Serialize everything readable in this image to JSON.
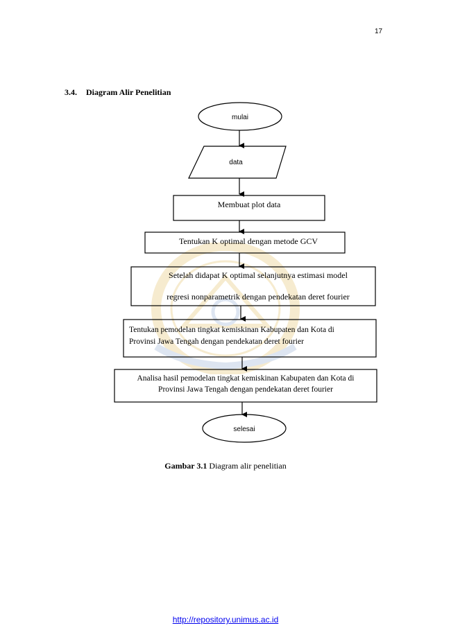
{
  "page": {
    "number": "17",
    "section_number": "3.4.",
    "section_title": "Diagram Alir Penelitian",
    "caption_label": "Gambar 3.1",
    "caption_text": "Diagram alir penelitian",
    "footer_link": "http://repository.unimus.ac.id"
  },
  "flowchart": {
    "start": "mulai",
    "input": "data",
    "step1": "Membuat plot data",
    "step2": "Tentukan K optimal dengan metode GCV",
    "step3_line1": "Setelah didapat K optimal selanjutnya estimasi model",
    "step3_line2": "regresi nonparametrik dengan pendekatan deret fourier",
    "step4_line1": "Tentukan  pemodelan tingkat kemiskinan Kabupaten dan Kota di",
    "step4_line2": "Provinsi Jawa Tengah dengan pendekatan deret fourier",
    "step5_line1": "Analisa hasil pemodelan tingkat kemiskinan Kabupaten dan Kota di",
    "step5_line2": "Provinsi Jawa Tengah dengan pendekatan deret fourier",
    "end": "selesai"
  },
  "colors": {
    "link": "#0000ee",
    "watermark_gold": "#e8c878",
    "watermark_blue": "#9fb6d8"
  },
  "icons": {
    "watermark": "university-logo-watermark"
  }
}
